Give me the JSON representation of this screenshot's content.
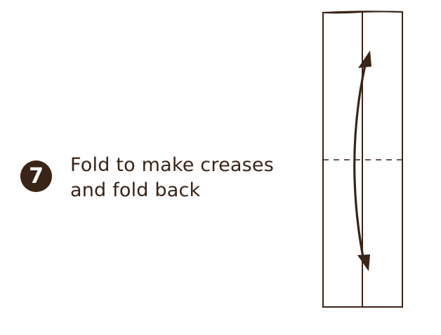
{
  "step": {
    "number": "7"
  },
  "instruction": {
    "line1": "Fold to make creases",
    "line2": "and fold back"
  },
  "colors": {
    "ink": "#3a2416",
    "paper": "#ffffff"
  },
  "diagram": {
    "icons": [
      "double-headed-curved-arrow"
    ]
  }
}
